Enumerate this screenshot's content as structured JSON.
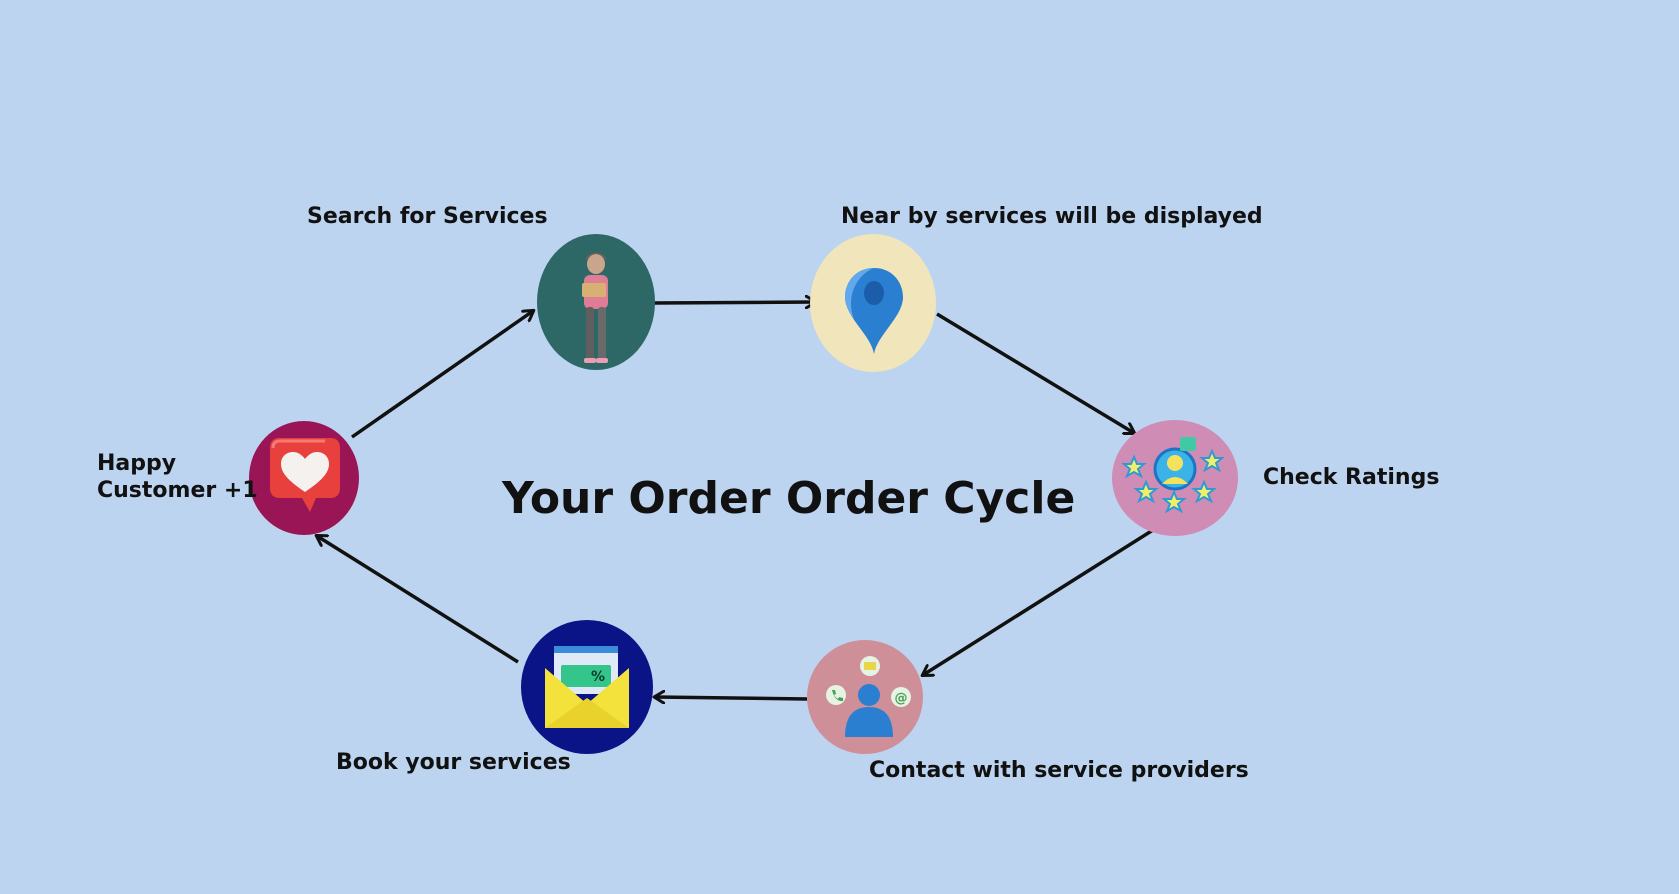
{
  "title": "Your Order Order Cycle",
  "steps": {
    "search": {
      "label": "Search for Services",
      "icon": "person-holding-box-icon",
      "color": "#2e6866"
    },
    "nearby": {
      "label": "Near by services will be displayed",
      "icon": "location-pin-icon",
      "color": "#f1e5bb"
    },
    "ratings": {
      "label": "Check Ratings",
      "icon": "star-rating-icon",
      "color": "#cf8cb5"
    },
    "contact": {
      "label": "Contact with service providers",
      "icon": "contact-person-icon",
      "color": "#cf8f98"
    },
    "book": {
      "label": "Book your services",
      "icon": "ticket-envelope-icon",
      "color": "#0a1486"
    },
    "happy": {
      "label_line1": "Happy",
      "label_line2": "Customer +1",
      "icon": "heart-like-icon",
      "color": "#9a1556"
    }
  },
  "colors": {
    "background": "#bdd4f0",
    "arrow": "#111111",
    "text": "#111111"
  }
}
